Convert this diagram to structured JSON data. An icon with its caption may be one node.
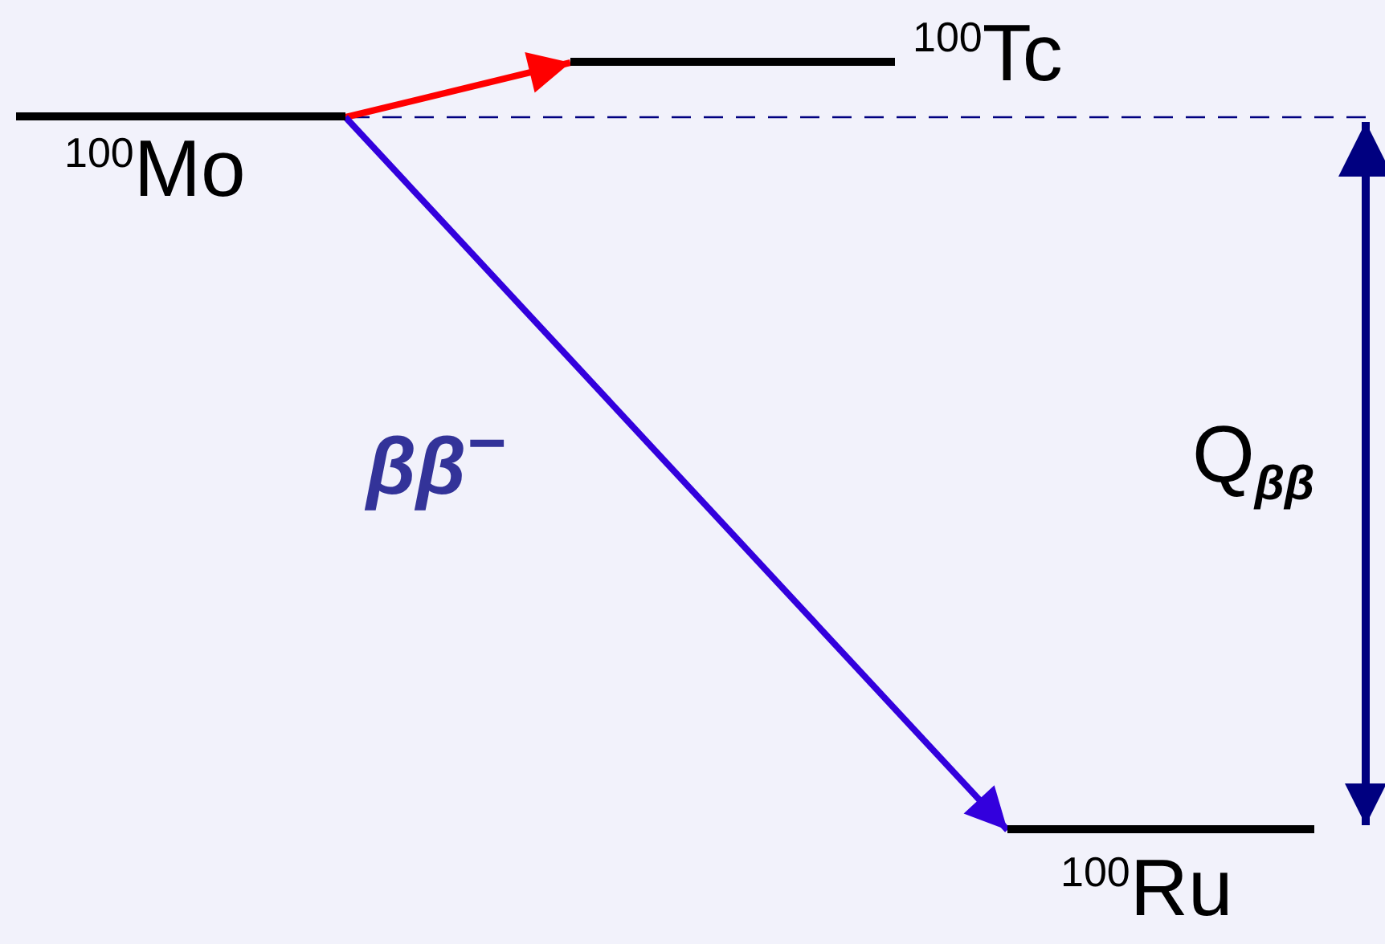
{
  "diagram": {
    "nodes": [
      {
        "text": [
          "$^{100}$Mo"
        ]
      },
      {
        "text": [
          "$^{100}$Tc"
        ]
      },
      {
        "text": [
          "$^{100}$Ru"
        ]
      }
    ],
    "edges": [
      {
        "from": 0,
        "to": 1,
        "arrow": "to",
        "color": "#ff0000"
      },
      {
        "from": 0,
        "to": 2,
        "arrow": "to",
        "label": "ββ$^{−}$",
        "color": "#3300dd"
      }
    ],
    "labels": [
      "Q$_{ββ}$"
    ]
  }
}
